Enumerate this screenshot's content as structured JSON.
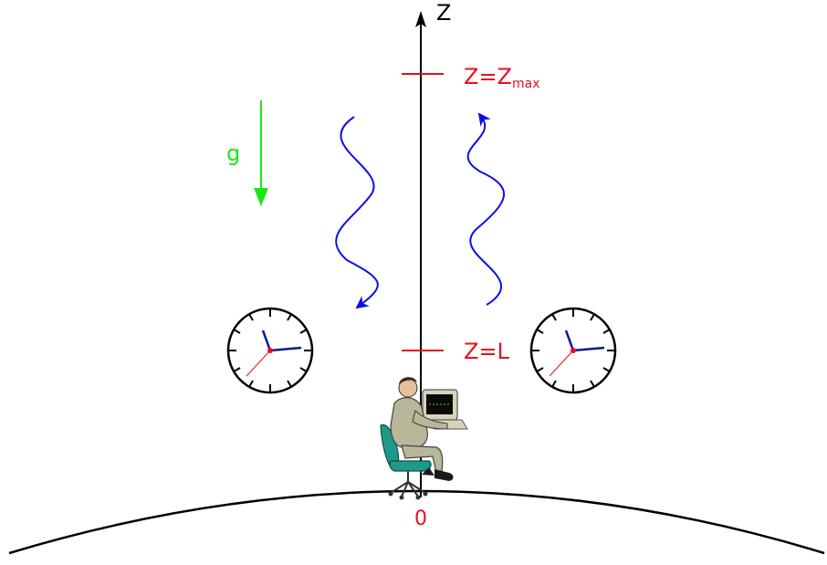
{
  "axis": {
    "label": "Z",
    "origin_label": "0"
  },
  "levels": {
    "zmax_label_main": "Z=Z",
    "zmax_label_sub": "max",
    "l_label": "Z=L"
  },
  "gravity": {
    "label": "g"
  },
  "colors": {
    "axis": "#000000",
    "level_marks": "#e8101a",
    "gravity": "#1ee614",
    "waves": "#0a10e6",
    "clock_hands": "#0b1a8c",
    "clock_second_hand": "#e8101a",
    "person_suit": "#b9b79a",
    "chair": "#1f9a8a"
  },
  "icons": {
    "left_clock": "clock-icon",
    "right_clock": "clock-icon",
    "observer": "person-at-computer-icon"
  }
}
